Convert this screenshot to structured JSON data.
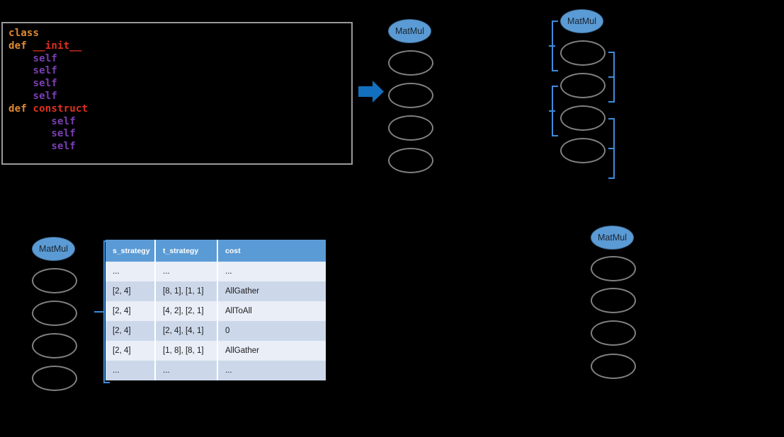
{
  "code_panel": {
    "name": "python-source-snippet",
    "lines": [
      {
        "indent": 0,
        "tokens": [
          {
            "text": "class",
            "type": "keyword"
          }
        ]
      },
      {
        "indent": 0,
        "tokens": [
          {
            "text": "def ",
            "type": "keyword"
          },
          {
            "text": "__init__",
            "type": "function"
          }
        ]
      },
      {
        "indent": 4,
        "tokens": [
          {
            "text": "self",
            "type": "self"
          }
        ]
      },
      {
        "indent": 4,
        "tokens": [
          {
            "text": "self",
            "type": "self"
          }
        ]
      },
      {
        "indent": 4,
        "tokens": [
          {
            "text": "self",
            "type": "self"
          }
        ]
      },
      {
        "indent": 4,
        "tokens": [
          {
            "text": "self",
            "type": "self"
          }
        ]
      },
      {
        "indent": 0,
        "tokens": [
          {
            "text": "def ",
            "type": "keyword"
          },
          {
            "text": "construct",
            "type": "function"
          }
        ]
      },
      {
        "indent": 7,
        "tokens": [
          {
            "text": "self",
            "type": "self"
          }
        ]
      },
      {
        "indent": 7,
        "tokens": [
          {
            "text": "self",
            "type": "self"
          }
        ]
      },
      {
        "indent": 7,
        "tokens": [
          {
            "text": "self",
            "type": "self"
          }
        ]
      }
    ]
  },
  "arrow": {
    "label": "flow-arrow-right",
    "color": "#1270BE"
  },
  "node_groups": [
    {
      "id": "top-left-graph",
      "matmul_label": "MatMul",
      "empty_count": 4
    },
    {
      "id": "top-right-graph",
      "matmul_label": "MatMul",
      "empty_count": 4
    },
    {
      "id": "bottom-left-graph",
      "matmul_label": "MatMul",
      "empty_count": 4
    },
    {
      "id": "bottom-right-graph",
      "matmul_label": "MatMul",
      "empty_count": 4
    }
  ],
  "table": {
    "name": "strategy-cost-table",
    "headers": [
      "s_strategy",
      "t_strategy",
      "cost"
    ],
    "rows": [
      [
        "...",
        "...",
        "..."
      ],
      [
        "[2, 4]",
        "[8, 1], [1, 1]",
        "AllGather"
      ],
      [
        "[2, 4]",
        "[4, 2], [2, 1]",
        "AllToAll"
      ],
      [
        "[2, 4]",
        "[2, 4], [4, 1]",
        "0"
      ],
      [
        "[2, 4]",
        "[1, 8], [8, 1]",
        "AllGather"
      ],
      [
        "...",
        "...",
        "..."
      ]
    ]
  },
  "colors": {
    "accent_blue": "#5B9BD5",
    "bracket_blue": "#3e8ddd",
    "arrow_blue": "#1270BE",
    "ellipse_outline": "#808080",
    "header_text": "#ffffff",
    "row_light": "#E9EEF7",
    "row_dark": "#CCD8EA",
    "code_keyword": "#e08a30",
    "code_function": "#e03020",
    "code_self": "#7b3fb5",
    "background": "#000000"
  }
}
